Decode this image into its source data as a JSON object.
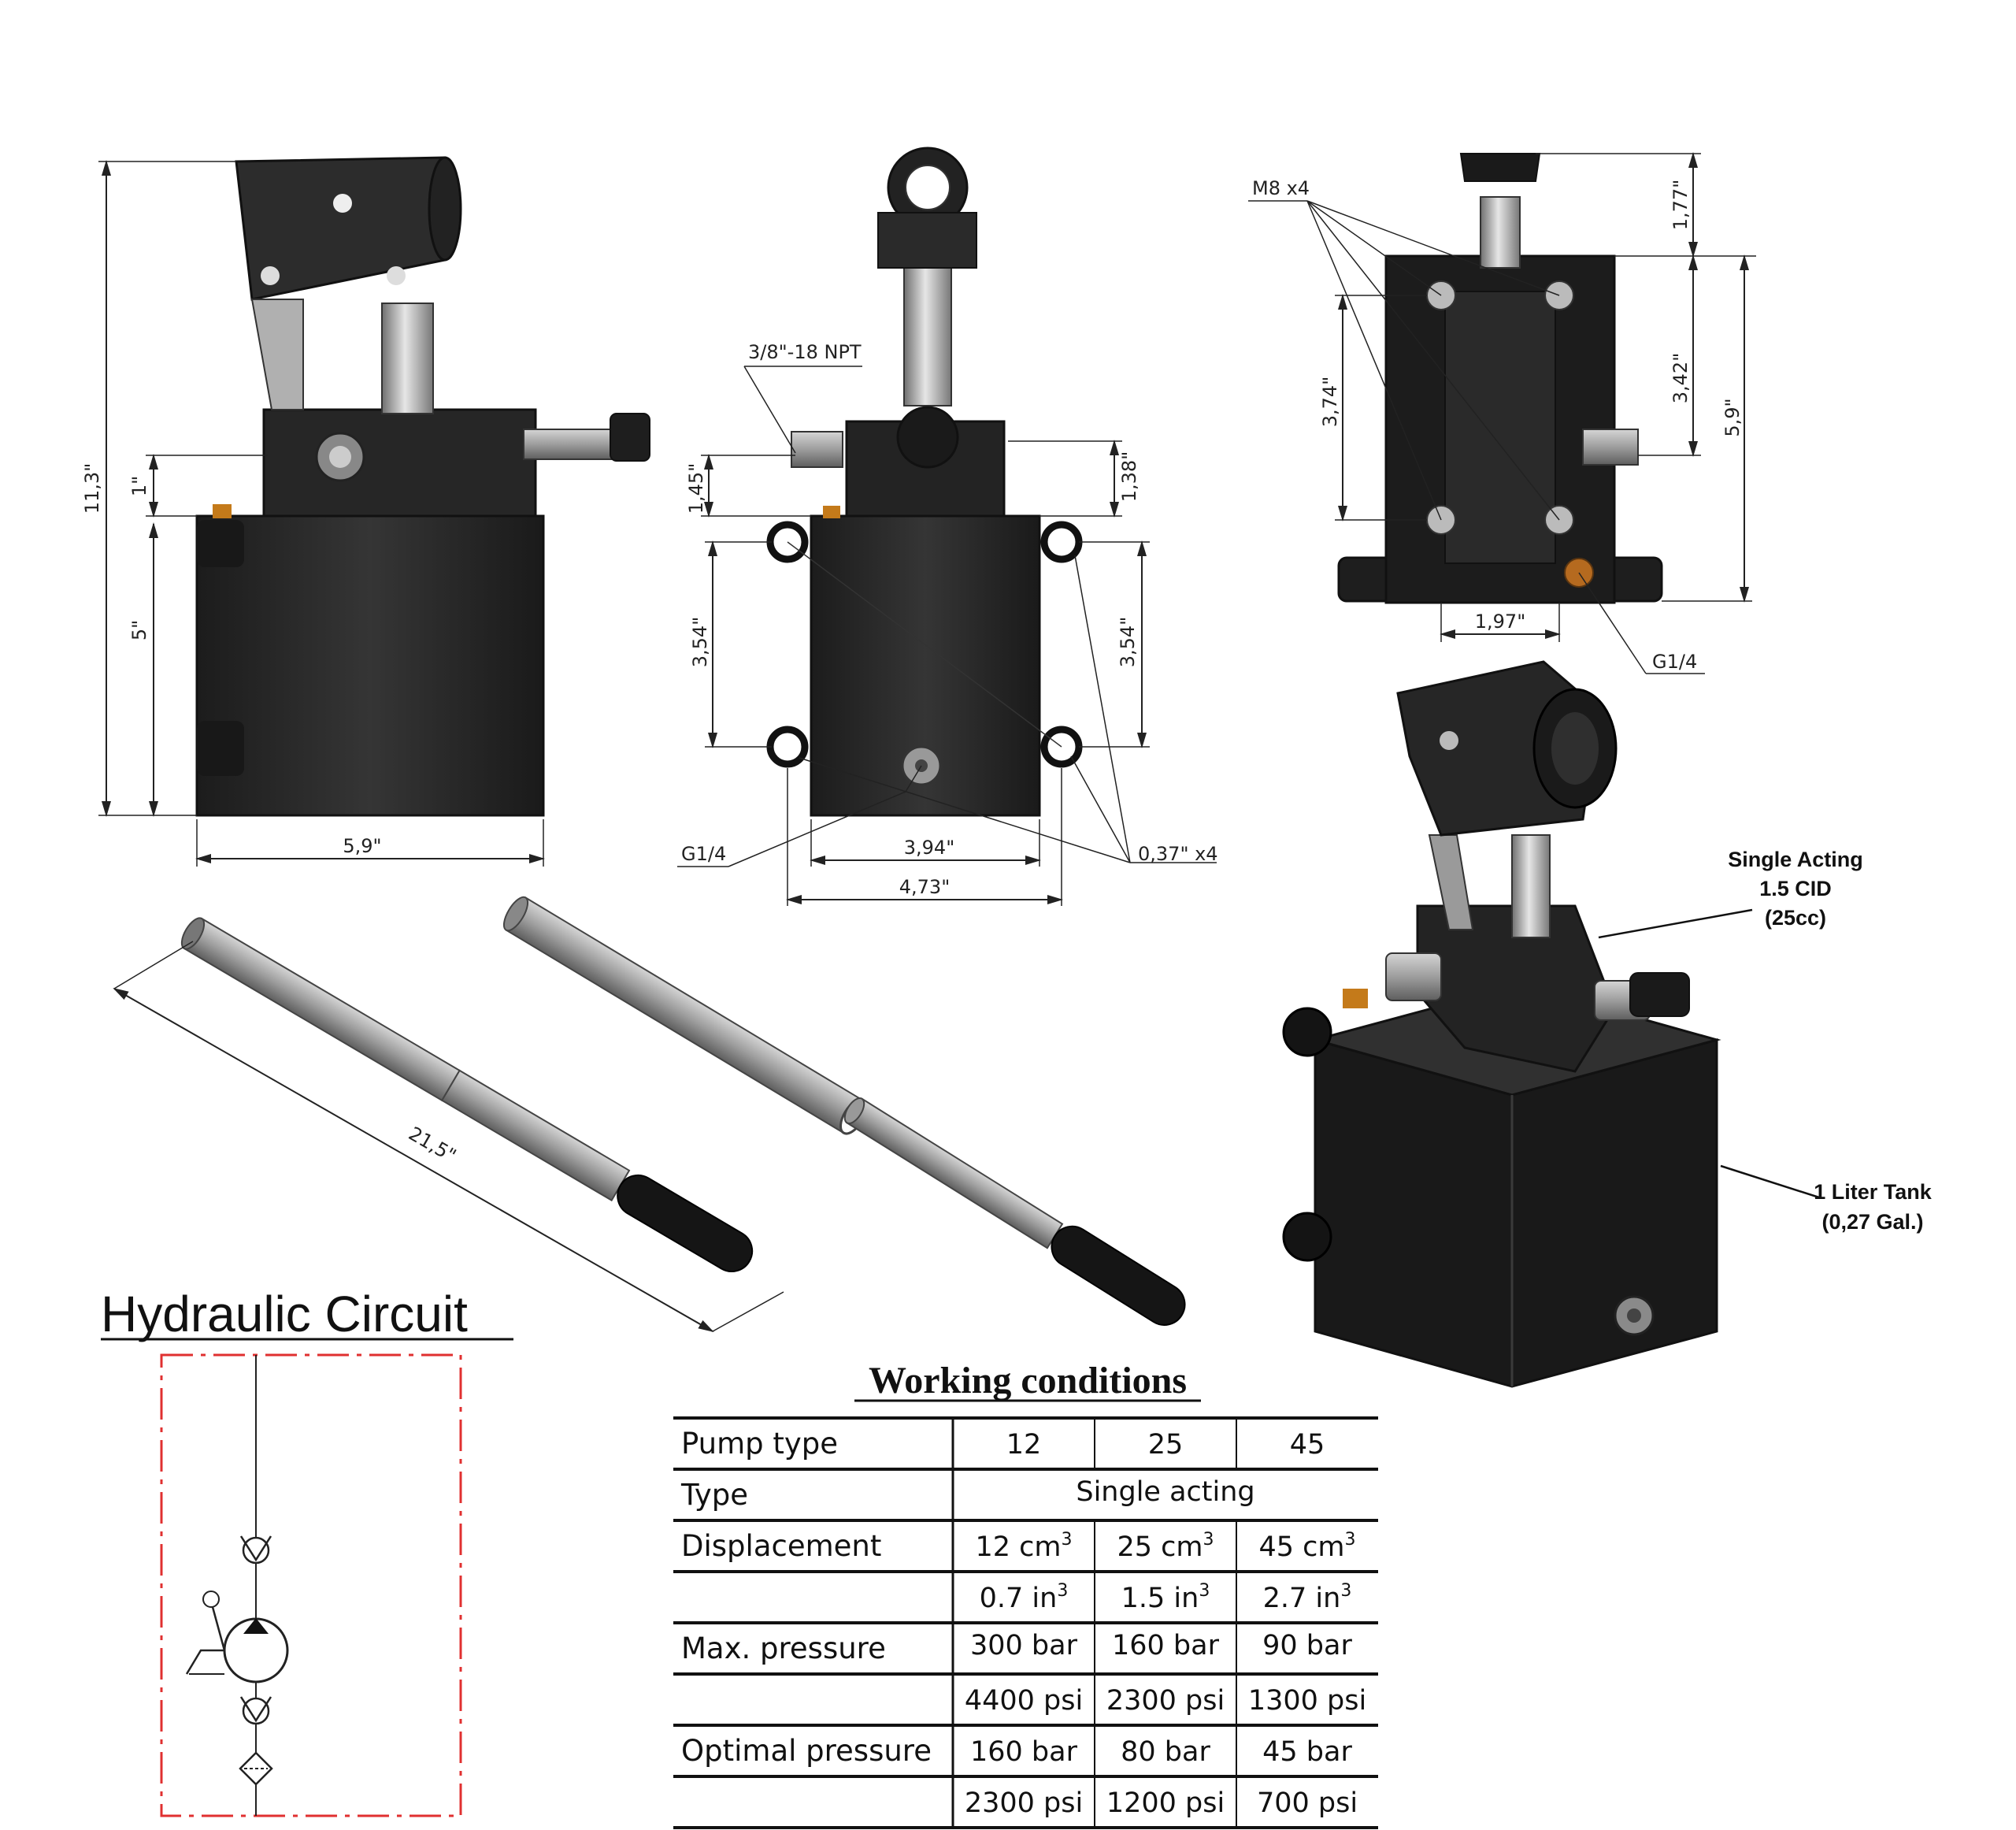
{
  "dimensions": {
    "height_total": "11,3\"",
    "pump_block": "1\"",
    "tank_height": "5\"",
    "tank_width": "5,9\"",
    "npt_port": "3/8\"-18 NPT",
    "front_a": "1,45\"",
    "front_b": "1,38\"",
    "front_left": "3,54\"",
    "front_right": "3,54\"",
    "port_g14": "G1/4",
    "inner_width": "3,94\"",
    "outer_width": "4,73\"",
    "holes": "0,37\" x4",
    "top_m8": "M8 x4",
    "top_177": "1,77\"",
    "top_342": "3,42\"",
    "top_59": "5,9\"",
    "top_374": "3,74\"",
    "top_197": "1,97\"",
    "top_g14": "G1/4",
    "handle_length": "21,5\""
  },
  "callouts": {
    "single_acting": [
      "Single Acting",
      "1.5 CID",
      "(25cc)"
    ],
    "tank": [
      "1 Liter Tank",
      "(0,27 Gal.)"
    ]
  },
  "circuit": {
    "title": "Hydraulic Circuit"
  },
  "working_conditions": {
    "title": "Working conditions",
    "pump_type_label": "Pump type",
    "pump_types": [
      "12",
      "25",
      "45"
    ],
    "type_label": "Type",
    "type_value": "Single acting",
    "displacement_label": "Displacement",
    "displacement_cm": [
      "12 cm",
      "25 cm",
      "45 cm"
    ],
    "displacement_cm_unit": "3",
    "displacement_in": [
      "0.7 in",
      "1.5 in",
      "2.7 in"
    ],
    "displacement_in_unit": "3",
    "max_pressure_label": "Max. pressure",
    "max_pressure_bar": [
      "300 bar",
      "160 bar",
      "90 bar"
    ],
    "max_pressure_psi": [
      "4400 psi",
      "2300 psi",
      "1300 psi"
    ],
    "optimal_pressure_label": "Optimal pressure",
    "optimal_pressure_bar": [
      "160 bar",
      "80 bar",
      "45 bar"
    ],
    "optimal_pressure_psi": [
      "2300 psi",
      "1200 psi",
      "700 psi"
    ]
  },
  "colors": {
    "body": "#2b2b2b",
    "steel": "#9a9a9a",
    "circuit_border": "#e03030",
    "pump_arrow": "#111111"
  }
}
